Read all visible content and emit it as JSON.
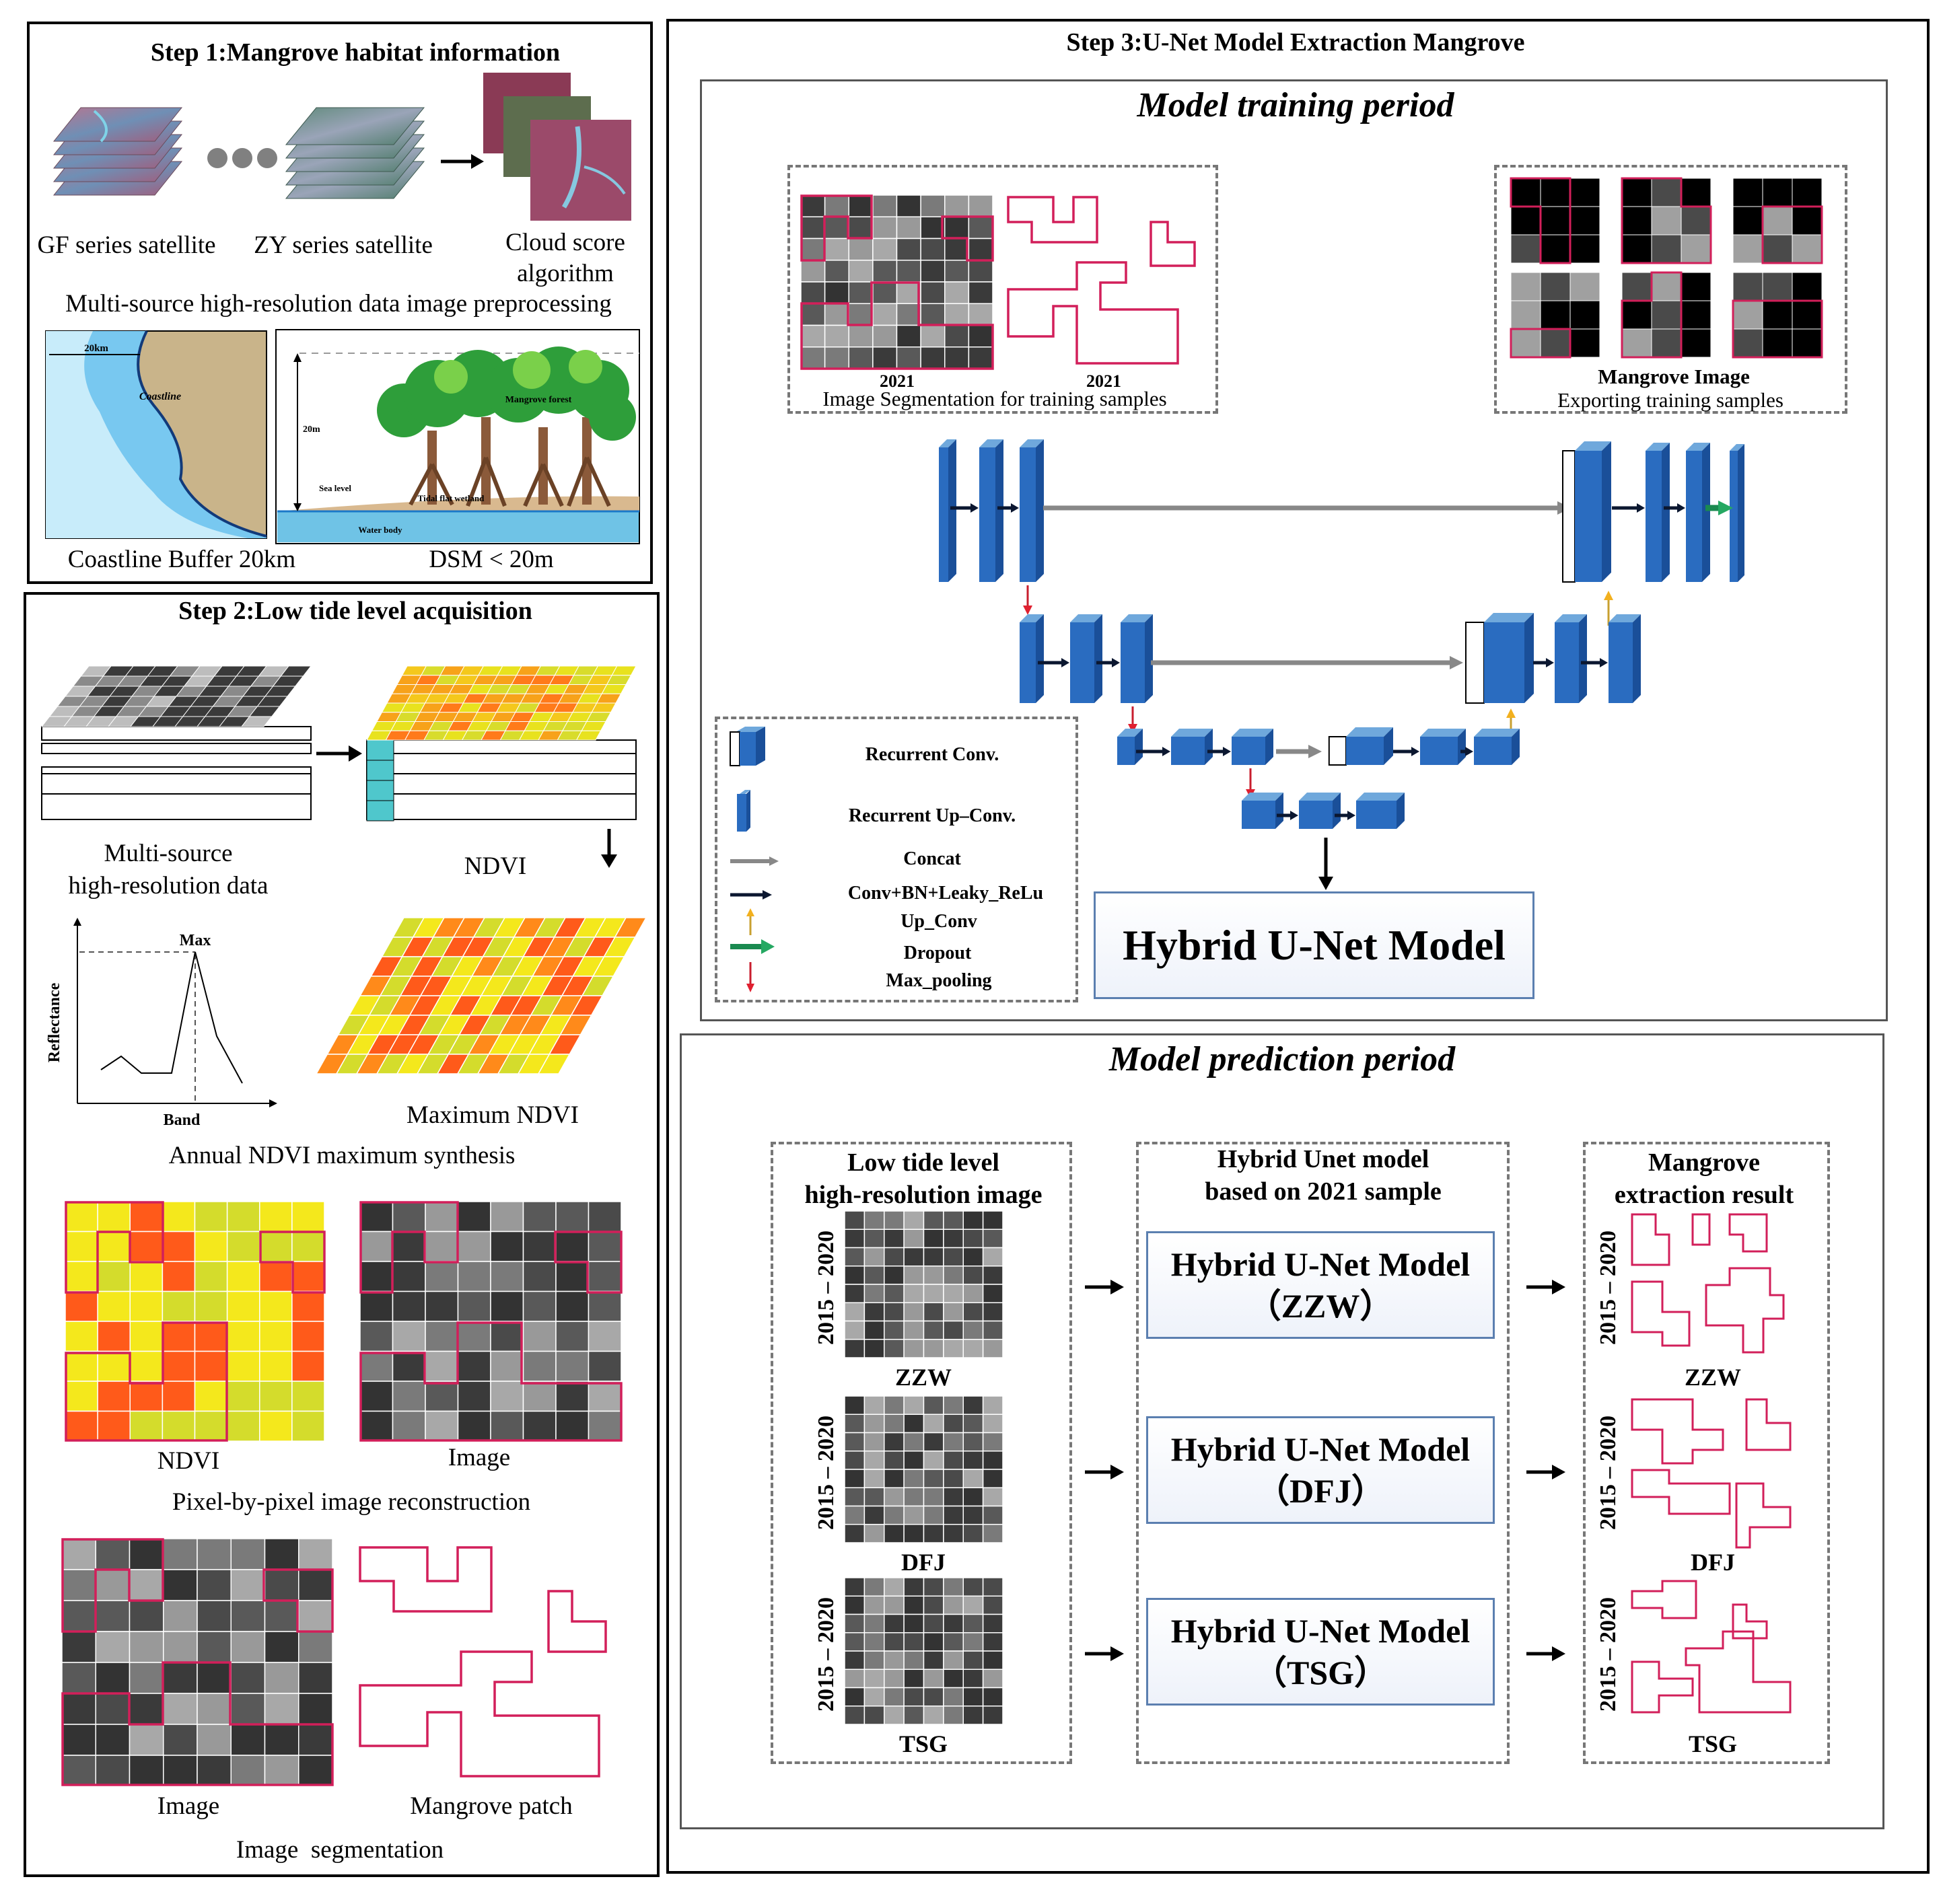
{
  "step1": {
    "title": "Step 1:Mangrove habitat information",
    "gf_label": "GF series satellite",
    "zy_label": "ZY series satellite",
    "cloud_label": "Cloud score algorithm",
    "preprocess_label": "Multi-source high-resolution data image preprocessing",
    "buffer_map": {
      "km": "20km",
      "coastline": "Coastline"
    },
    "dsm_scene": {
      "height": "20m",
      "mangrove": "Mangrove forest",
      "sea": "Sea level",
      "tidal": "Tidal flat wetland",
      "water": "Water body"
    },
    "buffer_label": "Coastline Buffer 20km",
    "dsm_label": "DSM < 20m"
  },
  "step2": {
    "title": "Step 2:Low tide level acquisition",
    "multi_label_1": "Multi-source",
    "multi_label_2": "high-resolution data",
    "ndvi_label": "NDVI",
    "curve": {
      "max": "Max",
      "ylabel": "Reflectance",
      "xlabel": "Band"
    },
    "max_ndvi_label": "Maximum NDVI",
    "annual_label": "Annual NDVI maximum synthesis",
    "ndvi_grid_label": "NDVI",
    "image_label": "Image",
    "reconstruction_label": "Pixel-by-pixel image reconstruction",
    "seg_image_label": "Image",
    "patch_label": "Mangrove patch",
    "segmentation_label": "Image  segmentation"
  },
  "step3": {
    "title": "Step 3:U-Net Model Extraction Mangrove",
    "training": {
      "title": "Model training period",
      "year_a": "2021",
      "year_b": "2021",
      "seg_label": "Image Segmentation for training samples",
      "mangrove_image": "Mangrove Image",
      "export_label": "Exporting training samples"
    },
    "legend": {
      "recurrent_conv": "Recurrent Conv.",
      "recurrent_upconv": "Recurrent Up–Conv.",
      "concat": "Concat",
      "conv": "Conv+BN+Leaky_ReLu",
      "upconv": "Up_Conv",
      "dropout": "Dropout",
      "maxpool": "Max_pooling"
    },
    "hybrid_label": "Hybrid U-Net Model",
    "prediction": {
      "title": "Model prediction period",
      "col1_1": "Low tide level",
      "col1_2": "high-resolution image",
      "col2_1": "Hybrid Unet model",
      "col2_2": "based on 2021 sample",
      "col3_1": "Mangrove",
      "col3_2": "extraction result",
      "years": "2015 – 2020",
      "model_name": "Hybrid U-Net Model",
      "sites": [
        {
          "code": "ZZW",
          "model_tag": "（ZZW）"
        },
        {
          "code": "DFJ",
          "model_tag": "（DFJ）"
        },
        {
          "code": "TSG",
          "model_tag": "（TSG）"
        }
      ]
    }
  },
  "colors": {
    "mangrove_outline": "#d21f5a",
    "unet_block": "#2a6cc0",
    "ndvi_red": "#ff5a1a",
    "ndvi_yellow": "#f4e81c",
    "ndvi_olive": "#d4dc2c"
  }
}
